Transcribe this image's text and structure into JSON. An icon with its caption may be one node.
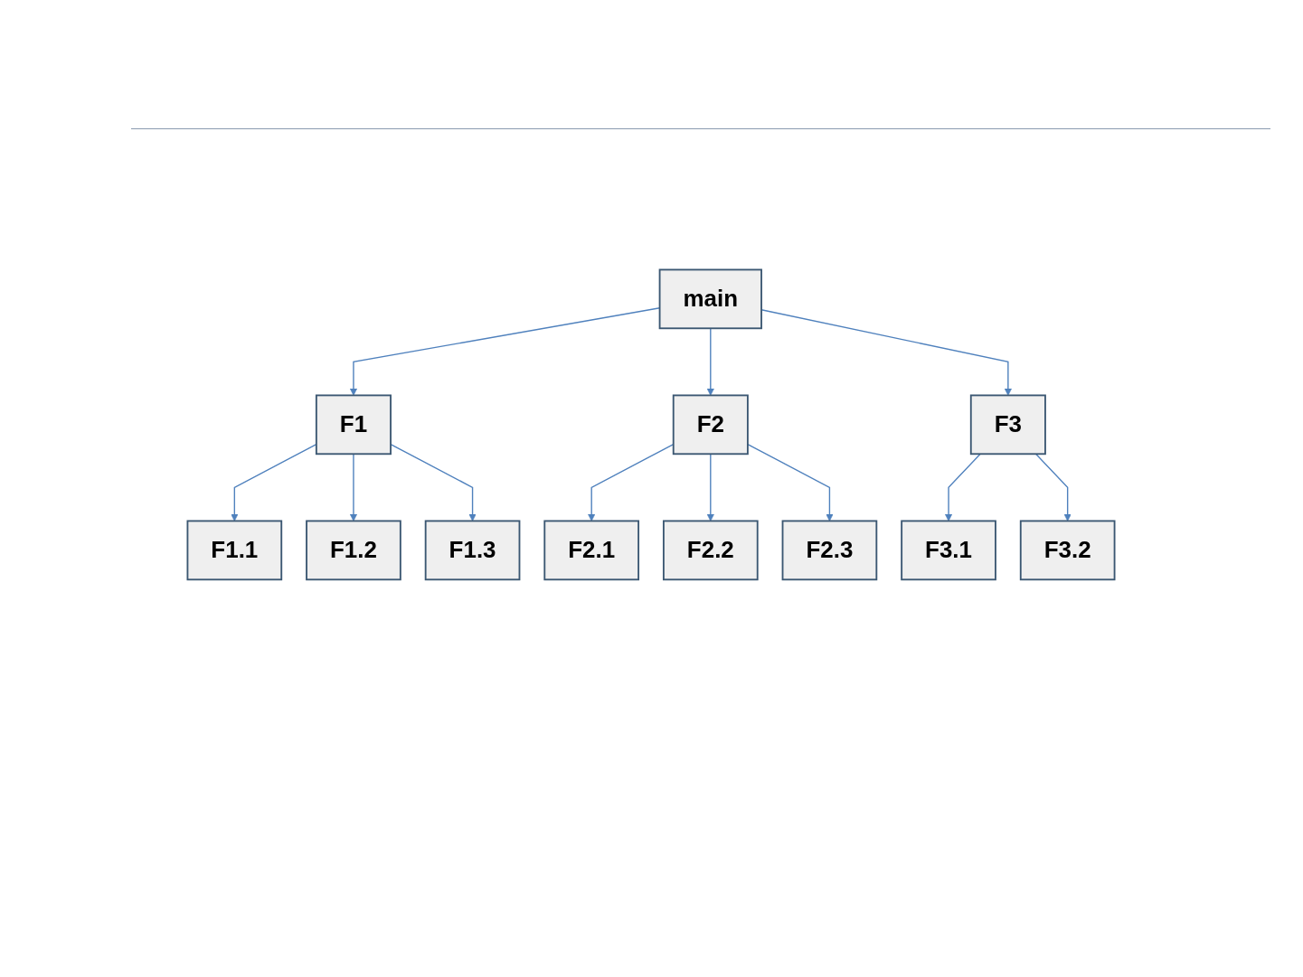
{
  "diagram": {
    "nodes": [
      {
        "text": [
          "main"
        ]
      },
      {
        "text": [
          "F1"
        ]
      },
      {
        "text": [
          "F2"
        ]
      },
      {
        "text": [
          "F3"
        ]
      },
      {
        "text": [
          "F1.1"
        ]
      },
      {
        "text": [
          "F1.2"
        ]
      },
      {
        "text": [
          "F1.3"
        ]
      },
      {
        "text": [
          "F2.1"
        ]
      },
      {
        "text": [
          "F2.2"
        ]
      },
      {
        "text": [
          "F2.3"
        ]
      },
      {
        "text": [
          "F3.1"
        ]
      },
      {
        "text": [
          "F3.2"
        ]
      }
    ],
    "edges": [
      {
        "from": 0,
        "to": 1,
        "arrow": "to"
      },
      {
        "from": 0,
        "to": 2,
        "arrow": "to"
      },
      {
        "from": 0,
        "to": 3,
        "arrow": "to"
      },
      {
        "from": 1,
        "to": 4,
        "arrow": "to"
      },
      {
        "from": 1,
        "to": 5,
        "arrow": "to"
      },
      {
        "from": 1,
        "to": 6,
        "arrow": "to"
      },
      {
        "from": 2,
        "to": 7,
        "arrow": "to"
      },
      {
        "from": 2,
        "to": 8,
        "arrow": "to"
      },
      {
        "from": 2,
        "to": 9,
        "arrow": "to"
      },
      {
        "from": 3,
        "to": 10,
        "arrow": "to"
      },
      {
        "from": 3,
        "to": 11,
        "arrow": "to"
      }
    ]
  }
}
